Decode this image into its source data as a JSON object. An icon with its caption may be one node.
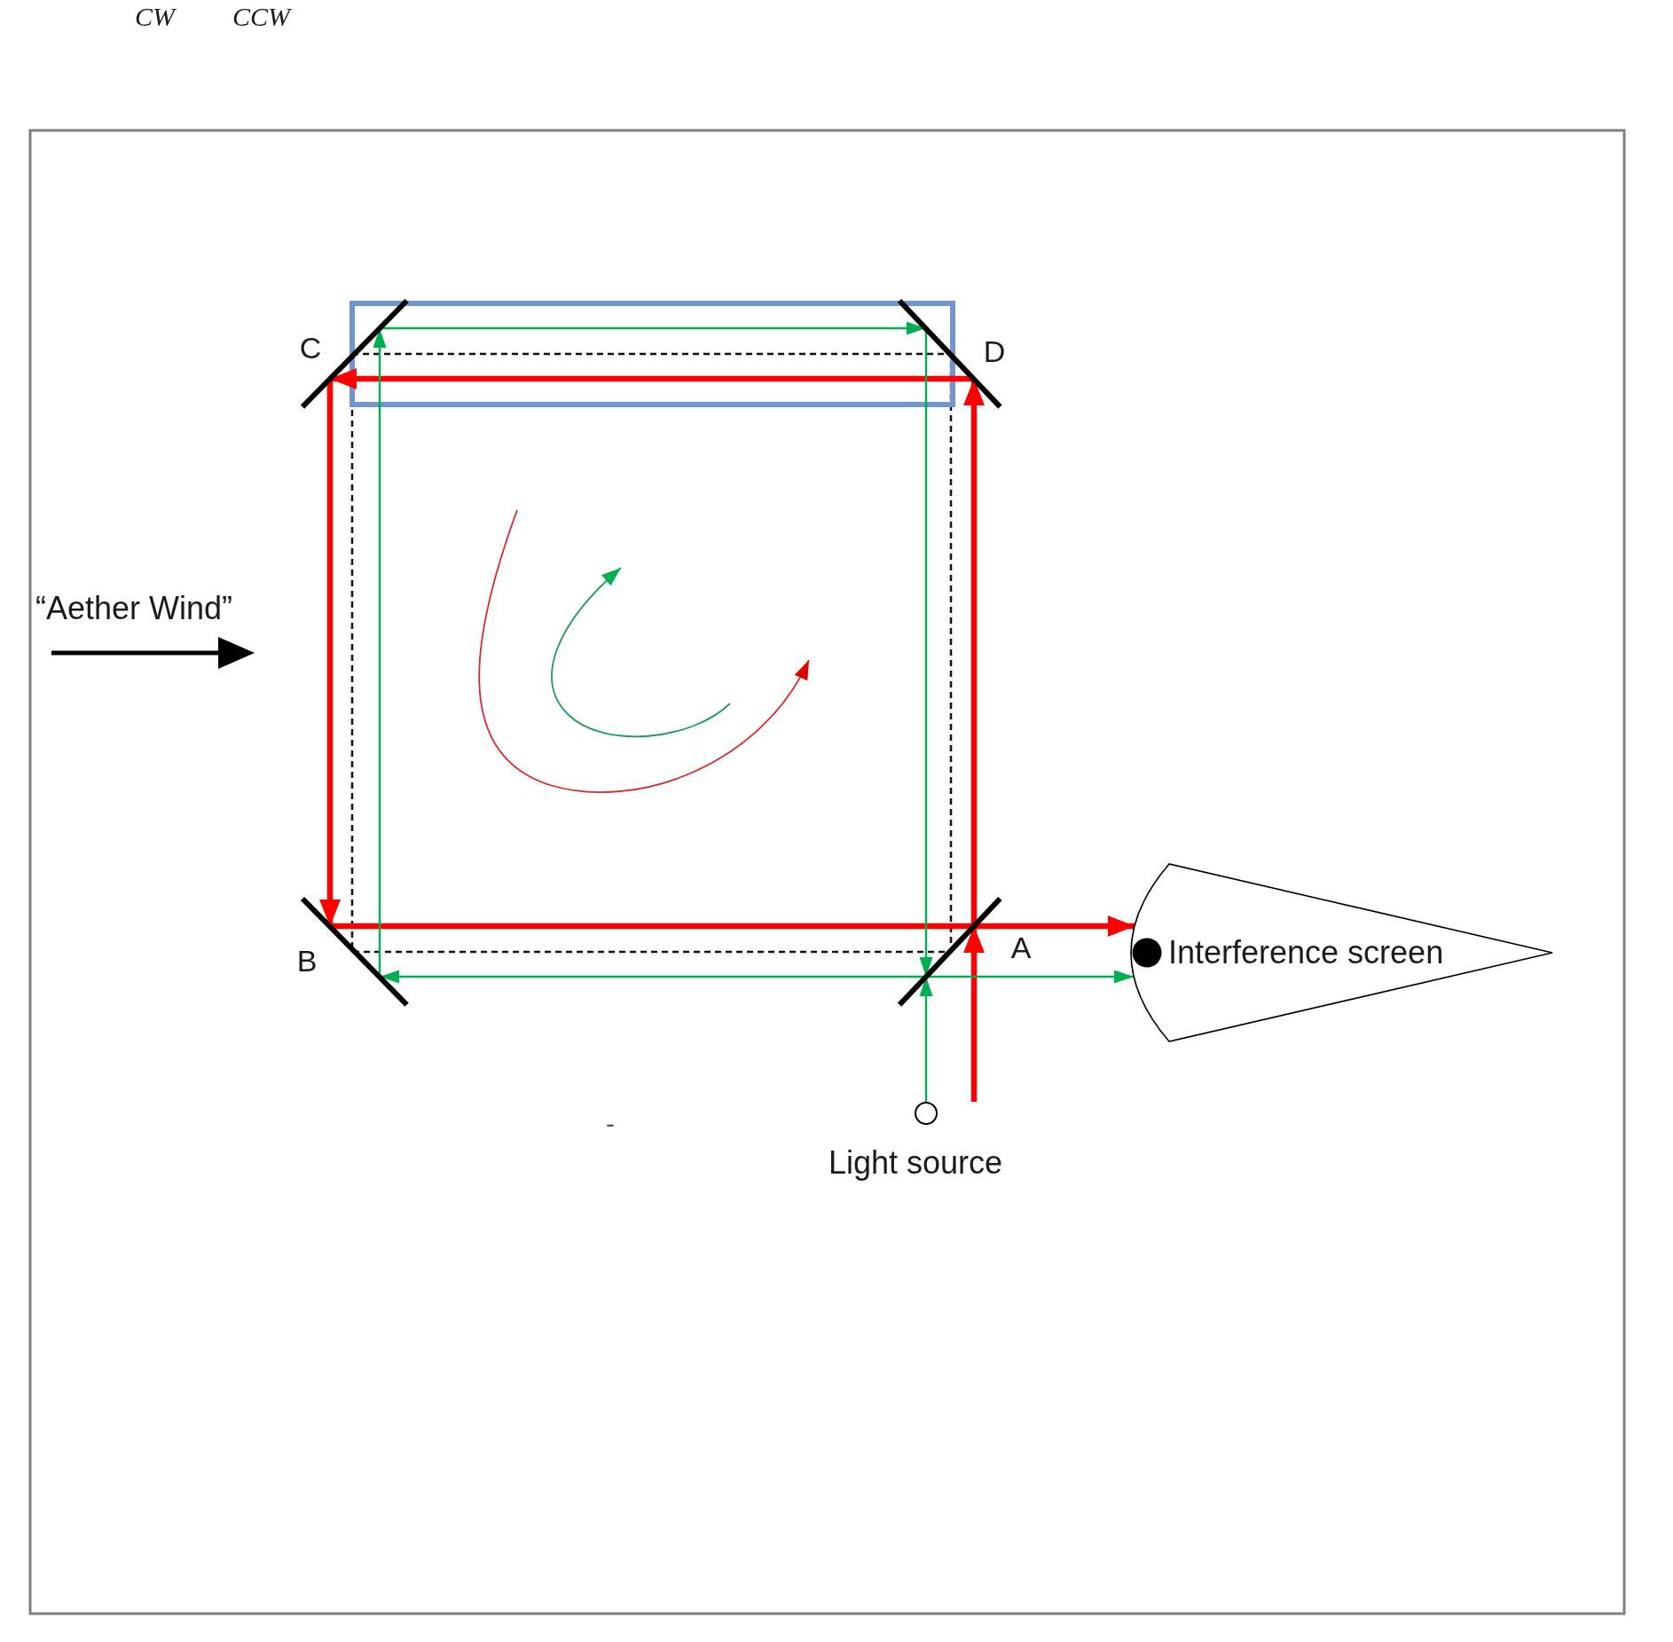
{
  "diagram": {
    "nodes": [
      {
        "text": [
          "C"
        ]
      },
      {
        "text": [
          "D"
        ]
      },
      {
        "text": [
          "B"
        ]
      },
      {
        "text": [
          "A"
        ]
      },
      {
        "text": [
          "Interference screen"
        ]
      },
      {
        "text": [
          "Light source"
        ]
      }
    ],
    "edges": [
      {
        "from": null,
        "to": 3,
        "arrow": "to",
        "style": "thick",
        "color": "#ff0000"
      },
      {
        "from": 3,
        "to": 1,
        "arrow": "to",
        "style": "thick",
        "color": "#ff0000"
      },
      {
        "from": 1,
        "to": 0,
        "arrow": "to",
        "style": "thick",
        "color": "#ff0000"
      },
      {
        "from": 0,
        "to": 2,
        "arrow": "to",
        "style": "thick",
        "color": "#ff0000"
      },
      {
        "from": 2,
        "to": 3,
        "arrow": "none",
        "style": "thick",
        "color": "#ff0000"
      },
      {
        "from": 3,
        "to": 4,
        "arrow": "to",
        "style": "thick",
        "color": "#ff0000"
      },
      {
        "from": 5,
        "to": 3,
        "arrow": "to",
        "color": "#00b050"
      },
      {
        "from": 3,
        "to": 2,
        "arrow": "to",
        "color": "#00b050"
      },
      {
        "from": 2,
        "to": 0,
        "arrow": "to",
        "color": "#00b050"
      },
      {
        "from": 0,
        "to": 1,
        "arrow": "to",
        "color": "#00b050"
      },
      {
        "from": 1,
        "to": 3,
        "arrow": "to",
        "color": "#00b050"
      },
      {
        "from": 3,
        "to": 4,
        "arrow": "to",
        "color": "#00b050"
      }
    ],
    "labels": [
      "CW",
      "CCW",
      "“Aether Wind”",
      "-"
    ]
  }
}
